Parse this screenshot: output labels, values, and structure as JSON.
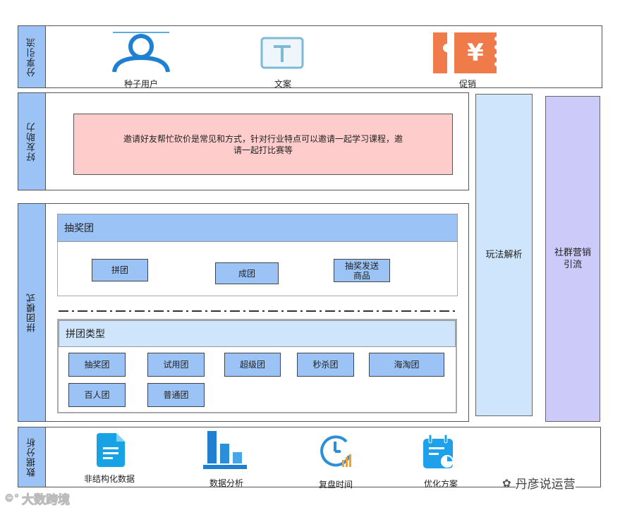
{
  "sections": {
    "share": "分享引流",
    "help": "好友助力",
    "group": "拼团模式",
    "data": "数据分析"
  },
  "share_items": [
    {
      "label": "种子用户",
      "icon": "user-icon"
    },
    {
      "label": "文案",
      "icon": "text-icon"
    },
    {
      "label": "促销",
      "icon": "coupon-icon"
    }
  ],
  "help_text": "邀请好友帮忙砍价是常见和方式，针对行业特点可以邀请一起学习课程，邀请一起打比赛等",
  "lottery_group": {
    "title": "抽奖团",
    "steps": [
      "拼团",
      "成团",
      "抽奖发送商品"
    ]
  },
  "group_types": {
    "title": "拼团类型",
    "types": [
      "抽奖团",
      "试用团",
      "超级团",
      "秒杀团",
      "海淘团",
      "百人团",
      "普通团"
    ]
  },
  "columns": {
    "play": "玩法解析",
    "community": "社群营销引流"
  },
  "data_items": [
    {
      "label": "非结构化数据",
      "icon": "document-icon"
    },
    {
      "label": "数据分析",
      "icon": "bar-chart-icon"
    },
    {
      "label": "复盘时间",
      "icon": "clock-icon"
    },
    {
      "label": "优化方案",
      "icon": "calendar-icon"
    }
  ],
  "watermarks": {
    "left": "大数跨境",
    "right": "丹彦说运营"
  },
  "colors": {
    "label_blue": "#9cc3f5",
    "light_blue": "#cfe5fb",
    "lavender": "#cccaf8",
    "pink": "#ffcccc",
    "icon_blue": "#2a8ed8",
    "orange": "#ef7a4a"
  }
}
